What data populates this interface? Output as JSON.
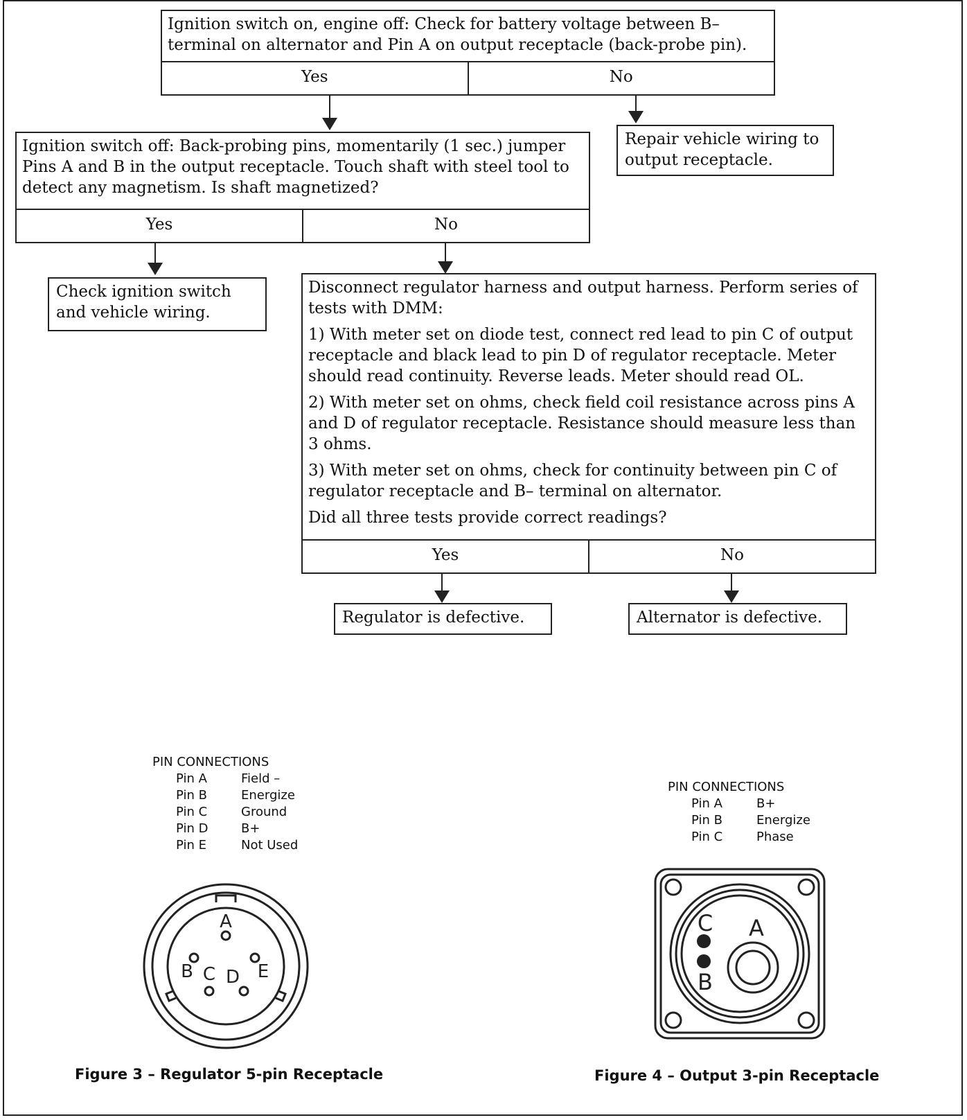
{
  "flowchart": {
    "step1": {
      "text": "Ignition switch on, engine off: Check for battery voltage between B– terminal on alternator and Pin A on output receptacle (back-probe pin).",
      "yes": "Yes",
      "no": "No"
    },
    "step1_no_result": "Repair vehicle wiring to output receptacle.",
    "step2": {
      "text": "Ignition switch off: Back-probing pins, momentarily (1 sec.) jumper Pins A and B in the output receptacle. Touch shaft with steel tool to detect any magnetism. Is shaft magnetized?",
      "yes": "Yes",
      "no": "No"
    },
    "step2_yes_result": "Check ignition switch and vehicle wiring.",
    "step3": {
      "intro": "Disconnect regulator harness and output harness. Perform series of tests with DMM:",
      "test1": "1) With meter set on diode test, connect red lead to pin C of output receptacle and black lead to pin D of regulator receptacle. Meter should read continuity. Reverse leads. Meter should read OL.",
      "test2": "2) With meter set on ohms, check field coil resistance across pins A and D of regulator receptacle. Resistance should measure less than 3 ohms.",
      "test3": "3) With meter set on ohms, check for continuity between pin C of regulator receptacle and B– terminal on alternator.",
      "question": "Did all three tests provide correct readings?",
      "yes": "Yes",
      "no": "No"
    },
    "step3_yes_result": "Regulator is defective.",
    "step3_no_result": "Alternator is defective."
  },
  "figure3": {
    "heading": "PIN CONNECTIONS",
    "rows": [
      [
        "Pin A",
        "Field –"
      ],
      [
        "Pin B",
        "Energize"
      ],
      [
        "Pin C",
        "Ground"
      ],
      [
        "Pin D",
        "B+"
      ],
      [
        "Pin E",
        "Not Used"
      ]
    ],
    "pin_labels": [
      "A",
      "B",
      "C",
      "D",
      "E"
    ],
    "caption": "Figure 3 – Regulator 5-pin Receptacle"
  },
  "figure4": {
    "heading": "PIN CONNECTIONS",
    "rows": [
      [
        "Pin A",
        "B+"
      ],
      [
        "Pin B",
        "Energize"
      ],
      [
        "Pin C",
        "Phase"
      ]
    ],
    "pin_labels": [
      "A",
      "B",
      "C"
    ],
    "caption": "Figure 4 – Output 3-pin Receptacle"
  }
}
